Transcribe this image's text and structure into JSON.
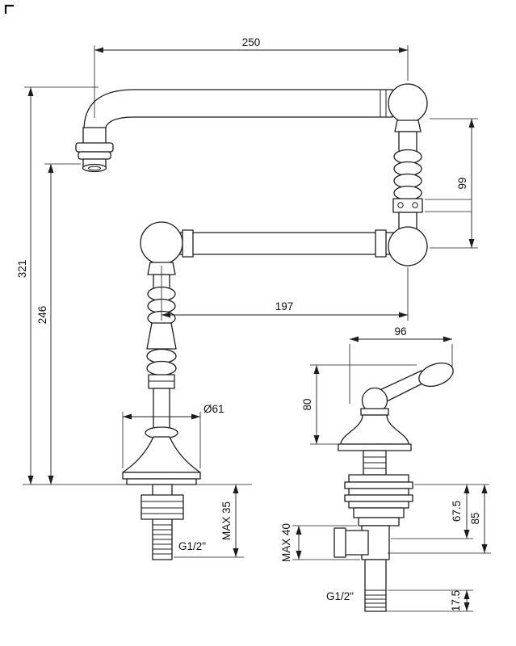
{
  "ink_color": "#1c1c1c",
  "drawing": {
    "view_main": {
      "dim_spout_reach": "250",
      "dim_column_right": "99",
      "dim_total_height": "321",
      "dim_lower_height": "246",
      "dim_arm_length": "197",
      "dim_base_diameter": "Ø61",
      "dim_max_deck": "MAX 35",
      "thread_label": "G1/2\""
    },
    "view_valve": {
      "dim_handle_width": "96",
      "dim_handle_height": "80",
      "dim_body_depth": "67.5",
      "dim_total_depth": "85",
      "dim_max_deck": "MAX 40",
      "dim_thread_length": "17.5",
      "thread_label": "G1/2\""
    }
  }
}
